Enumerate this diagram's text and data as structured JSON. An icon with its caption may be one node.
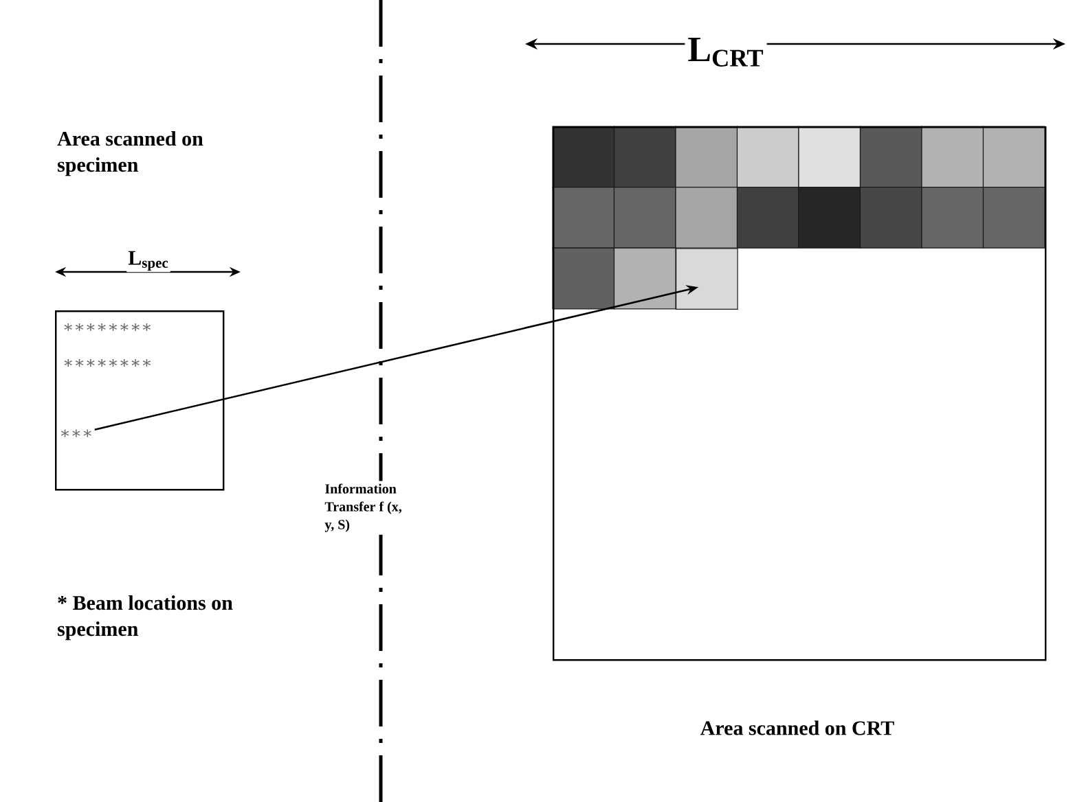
{
  "diagram": {
    "nodes": [
      {
        "text": [
          "∗∗∗∗∗∗∗∗",
          "∗∗∗∗∗∗∗∗"
        ]
      },
      {
        "text": [
          "∗∗∗"
        ],
        "in": 0
      },
      {
        "text": [],
        "shape": "box"
      },
      {
        "text": [],
        "shape": "box",
        "in": 2
      }
    ],
    "edges": [
      {
        "from": 1,
        "to": 3,
        "arrow": "to"
      }
    ],
    "labels": [
      "Area scanned on specimen",
      "L$_{spec}$",
      "L$_{CRT}$",
      "Information Transfer f (x, y, S)",
      "* Beam locations on specimen",
      "Area scanned on CRT"
    ]
  }
}
